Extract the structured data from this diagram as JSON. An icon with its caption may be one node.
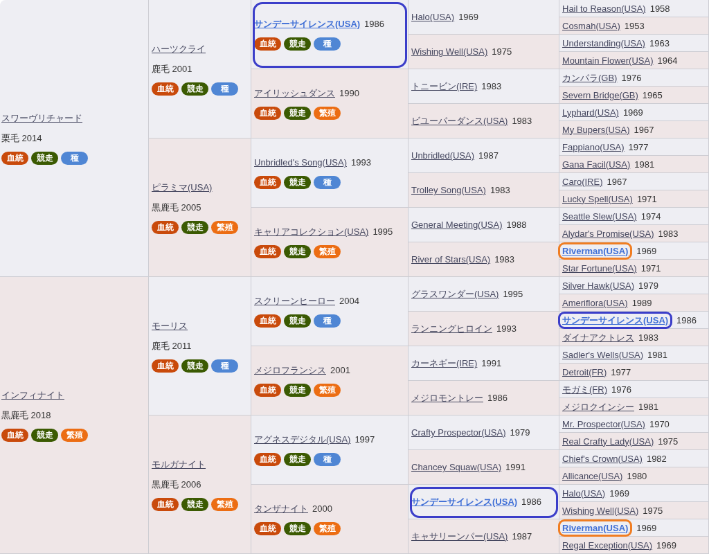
{
  "diagram": {
    "nodes": [
      {
        "text": [
          "スワーヴリチャード",
          "栗毛 2014",
          "血統",
          "競走",
          "種"
        ]
      },
      {
        "text": [
          "ハーツクライ",
          "鹿毛 2001",
          "血統",
          "競走",
          "種"
        ]
      },
      {
        "text": [
          "サンデーサイレンス(USA)",
          "1986",
          "血統",
          "競走",
          "種"
        ]
      },
      {
        "text": [
          "Halo(USA)",
          "1969"
        ]
      },
      {
        "text": [
          "Hail to Reason(USA)",
          "1958"
        ]
      },
      {
        "text": [
          "Cosmah(USA)",
          "1953"
        ]
      },
      {
        "text": [
          "Wishing Well(USA)",
          "1975"
        ]
      },
      {
        "text": [
          "Understanding(USA)",
          "1963"
        ]
      },
      {
        "text": [
          "Mountain Flower(USA)",
          "1964"
        ]
      },
      {
        "text": [
          "アイリッシュダンス",
          "1990",
          "血統",
          "競走",
          "繁殖"
        ]
      },
      {
        "text": [
          "トニービン(IRE)",
          "1983"
        ]
      },
      {
        "text": [
          "カンパラ(GB)",
          "1976"
        ]
      },
      {
        "text": [
          "Severn Bridge(GB)",
          "1965"
        ]
      },
      {
        "text": [
          "ビユーパーダンス(USA)",
          "1983"
        ]
      },
      {
        "text": [
          "Lyphard(USA)",
          "1969"
        ]
      },
      {
        "text": [
          "My Bupers(USA)",
          "1967"
        ]
      },
      {
        "text": [
          "ピラミマ(USA)",
          "黒鹿毛 2005",
          "血統",
          "競走",
          "繁殖"
        ]
      },
      {
        "text": [
          "Unbridled's Song(USA)",
          "1993",
          "血統",
          "競走",
          "種"
        ]
      },
      {
        "text": [
          "Unbridled(USA)",
          "1987"
        ]
      },
      {
        "text": [
          "Fappiano(USA)",
          "1977"
        ]
      },
      {
        "text": [
          "Gana Facil(USA)",
          "1981"
        ]
      },
      {
        "text": [
          "Trolley Song(USA)",
          "1983"
        ]
      },
      {
        "text": [
          "Caro(IRE)",
          "1967"
        ]
      },
      {
        "text": [
          "Lucky Spell(USA)",
          "1971"
        ]
      },
      {
        "text": [
          "キャリアコレクション(USA)",
          "1995",
          "血統",
          "競走",
          "繁殖"
        ]
      },
      {
        "text": [
          "General Meeting(USA)",
          "1988"
        ]
      },
      {
        "text": [
          "Seattle Slew(USA)",
          "1974"
        ]
      },
      {
        "text": [
          "Alydar's Promise(USA)",
          "1983"
        ]
      },
      {
        "text": [
          "River of Stars(USA)",
          "1983"
        ]
      },
      {
        "text": [
          "Riverman(USA)",
          "1969"
        ]
      },
      {
        "text": [
          "Star Fortune(USA)",
          "1971"
        ]
      },
      {
        "text": [
          "インフィナイト",
          "黒鹿毛 2018",
          "血統",
          "競走",
          "繁殖"
        ]
      },
      {
        "text": [
          "モーリス",
          "鹿毛 2011",
          "血統",
          "競走",
          "種"
        ]
      },
      {
        "text": [
          "スクリーンヒーロー",
          "2004",
          "血統",
          "競走",
          "種"
        ]
      },
      {
        "text": [
          "グラスワンダー(USA)",
          "1995"
        ]
      },
      {
        "text": [
          "Silver Hawk(USA)",
          "1979"
        ]
      },
      {
        "text": [
          "Ameriflora(USA)",
          "1989"
        ]
      },
      {
        "text": [
          "ランニングヒロイン",
          "1993"
        ]
      },
      {
        "text": [
          "サンデーサイレンス(USA)",
          "1986"
        ]
      },
      {
        "text": [
          "ダイナアクトレス",
          "1983"
        ]
      },
      {
        "text": [
          "メジロフランシス",
          "2001",
          "血統",
          "競走",
          "繁殖"
        ]
      },
      {
        "text": [
          "カーネギー(IRE)",
          "1991"
        ]
      },
      {
        "text": [
          "Sadler's Wells(USA)",
          "1981"
        ]
      },
      {
        "text": [
          "Detroit(FR)",
          "1977"
        ]
      },
      {
        "text": [
          "メジロモントレー",
          "1986"
        ]
      },
      {
        "text": [
          "モガミ(FR)",
          "1976"
        ]
      },
      {
        "text": [
          "メジロクインシー",
          "1981"
        ]
      },
      {
        "text": [
          "モルガナイト",
          "黒鹿毛 2006",
          "血統",
          "競走",
          "繁殖"
        ]
      },
      {
        "text": [
          "アグネスデジタル(USA)",
          "1997",
          "血統",
          "競走",
          "種"
        ]
      },
      {
        "text": [
          "Crafty Prospector(USA)",
          "1979"
        ]
      },
      {
        "text": [
          "Mr. Prospector(USA)",
          "1970"
        ]
      },
      {
        "text": [
          "Real Crafty Lady(USA)",
          "1975"
        ]
      },
      {
        "text": [
          "Chancey Squaw(USA)",
          "1991"
        ]
      },
      {
        "text": [
          "Chief's Crown(USA)",
          "1982"
        ]
      },
      {
        "text": [
          "Allicance(USA)",
          "1980"
        ]
      },
      {
        "text": [
          "タンザナイト",
          "2000",
          "血統",
          "競走",
          "繁殖"
        ]
      },
      {
        "text": [
          "サンデーサイレンス(USA)",
          "1986"
        ]
      },
      {
        "text": [
          "Halo(USA)",
          "1969"
        ]
      },
      {
        "text": [
          "Wishing Well(USA)",
          "1975"
        ]
      },
      {
        "text": [
          "キャサリーンパー(USA)",
          "1987"
        ]
      },
      {
        "text": [
          "Riverman(USA)",
          "1969"
        ]
      },
      {
        "text": [
          "Regal Exception(USA)",
          "1969"
        ]
      }
    ]
  }
}
